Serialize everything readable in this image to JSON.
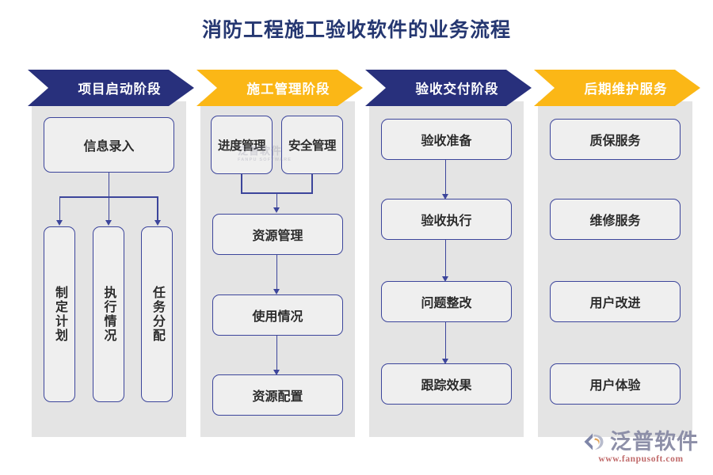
{
  "title": "消防工程施工验收软件的业务流程",
  "colors": {
    "navy": "#28307C",
    "gold": "#FBB716",
    "title_text": "#253771",
    "panel_bg": "#E4E4E4",
    "node_bg": "#EFEFEF",
    "node_border": "#3C459B",
    "connector": "#3C459B"
  },
  "watermark": {
    "text": "泛普软件",
    "subtext": "FANPU SOFTWARE"
  },
  "logo": {
    "name": "泛普软件",
    "url": "www.fanpusoft.com",
    "mark": "fanpu-logo-icon"
  },
  "chart_data": {
    "type": "diagram",
    "diagram_type": "swimlane-flowchart",
    "title": "消防工程施工验收软件的业务流程",
    "stage_count": 4,
    "stages": [
      {
        "id": "stage-1",
        "banner_label": "项目启动阶段",
        "banner_color": "#28307C",
        "nodes": [
          {
            "id": "n1-1",
            "label": "信息录入",
            "orientation": "horizontal"
          },
          {
            "id": "n1-2",
            "label": "制定计划",
            "orientation": "vertical"
          },
          {
            "id": "n1-3",
            "label": "执行情况",
            "orientation": "vertical"
          },
          {
            "id": "n1-4",
            "label": "任务分配",
            "orientation": "vertical"
          }
        ],
        "edges": [
          {
            "from": "n1-1",
            "to": "n1-2",
            "style": "branch-arrow"
          },
          {
            "from": "n1-1",
            "to": "n1-3",
            "style": "branch-arrow"
          },
          {
            "from": "n1-1",
            "to": "n1-4",
            "style": "branch-arrow"
          }
        ]
      },
      {
        "id": "stage-2",
        "banner_label": "施工管理阶段",
        "banner_color": "#FBB716",
        "nodes": [
          {
            "id": "n2-1",
            "label": "进度管理",
            "orientation": "horizontal"
          },
          {
            "id": "n2-2",
            "label": "安全管理",
            "orientation": "horizontal"
          },
          {
            "id": "n2-3",
            "label": "资源管理",
            "orientation": "horizontal"
          },
          {
            "id": "n2-4",
            "label": "使用情况",
            "orientation": "horizontal"
          },
          {
            "id": "n2-5",
            "label": "资源配置",
            "orientation": "horizontal"
          }
        ],
        "edges": [
          {
            "from": "n2-1",
            "to": "n2-3",
            "style": "merge-arrow"
          },
          {
            "from": "n2-2",
            "to": "n2-3",
            "style": "merge-arrow"
          },
          {
            "from": "n2-3",
            "to": "n2-4",
            "style": "arrow"
          },
          {
            "from": "n2-4",
            "to": "n2-5",
            "style": "arrow"
          }
        ]
      },
      {
        "id": "stage-3",
        "banner_label": "验收交付阶段",
        "banner_color": "#28307C",
        "nodes": [
          {
            "id": "n3-1",
            "label": "验收准备",
            "orientation": "horizontal"
          },
          {
            "id": "n3-2",
            "label": "验收执行",
            "orientation": "horizontal"
          },
          {
            "id": "n3-3",
            "label": "问题整改",
            "orientation": "horizontal"
          },
          {
            "id": "n3-4",
            "label": "跟踪效果",
            "orientation": "horizontal"
          }
        ],
        "edges": [
          {
            "from": "n3-1",
            "to": "n3-2",
            "style": "arrow"
          },
          {
            "from": "n3-2",
            "to": "n3-3",
            "style": "arrow"
          },
          {
            "from": "n3-3",
            "to": "n3-4",
            "style": "arrow"
          }
        ]
      },
      {
        "id": "stage-4",
        "banner_label": "后期维护服务",
        "banner_color": "#FBB716",
        "nodes": [
          {
            "id": "n4-1",
            "label": "质保服务",
            "orientation": "horizontal"
          },
          {
            "id": "n4-2",
            "label": "维修服务",
            "orientation": "horizontal"
          },
          {
            "id": "n4-3",
            "label": "用户改进",
            "orientation": "horizontal"
          },
          {
            "id": "n4-4",
            "label": "用户体验",
            "orientation": "horizontal"
          }
        ],
        "edges": []
      }
    ]
  }
}
